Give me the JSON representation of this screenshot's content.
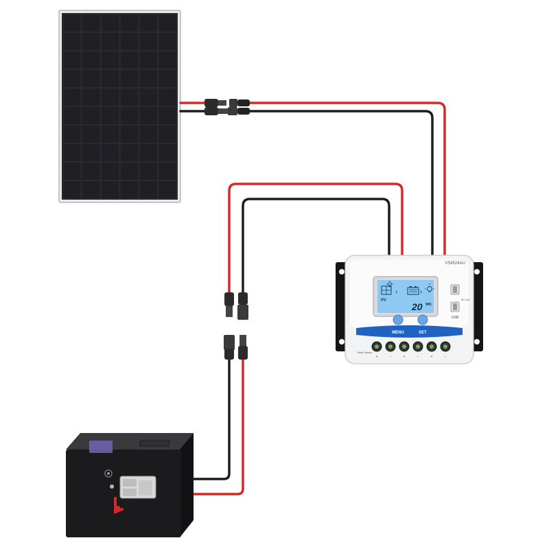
{
  "controller": {
    "model": "VS4524AU",
    "lcd": {
      "pv_label": "PV",
      "readout_value": "20",
      "readout_unit": "Wh"
    },
    "menu_label": "MENU",
    "set_label": "SET",
    "usb_label": "USB",
    "usb_rating": "5V 2.4A",
    "temp_sensor_label": "Temp Sensor",
    "terminal_marks": [
      "+",
      "−",
      "+",
      "−",
      "+",
      "−"
    ]
  },
  "colors": {
    "positive_wire": "#d42a2a",
    "negative_wire": "#1c1c1c",
    "panel_cell": "#1f1f24",
    "lcd_screen": "#8fc8f0",
    "controller_accent": "#1e63c2",
    "battery_body": "#1b1b1d",
    "anderson_plug": "#d9d9d9"
  }
}
